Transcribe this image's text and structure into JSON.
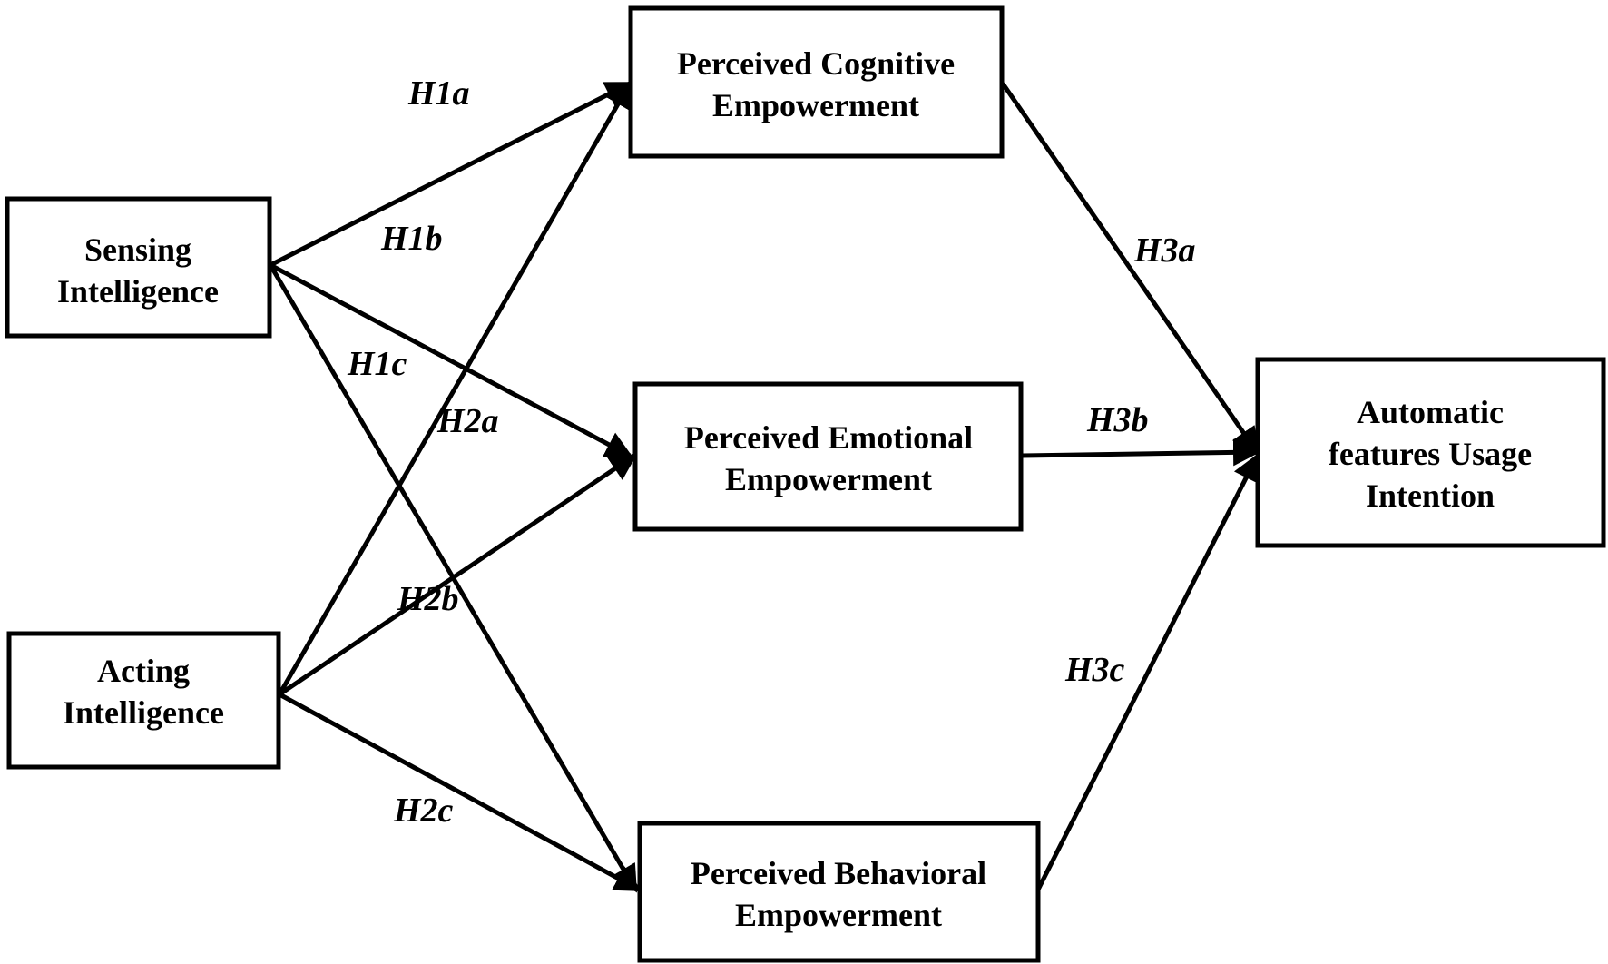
{
  "nodes": {
    "sensing": {
      "lines": [
        "Sensing",
        "Intelligence"
      ]
    },
    "acting": {
      "lines": [
        "Acting",
        "Intelligence"
      ]
    },
    "cognitive": {
      "lines": [
        "Perceived Cognitive",
        "Empowerment"
      ]
    },
    "emotional": {
      "lines": [
        "Perceived Emotional",
        "Empowerment"
      ]
    },
    "behavioral": {
      "lines": [
        "Perceived Behavioral",
        "Empowerment"
      ]
    },
    "usage": {
      "lines": [
        "Automatic",
        "features Usage",
        "Intention"
      ]
    }
  },
  "hypotheses": {
    "h1a": "H1a",
    "h1b": "H1b",
    "h1c": "H1c",
    "h2a": "H2a",
    "h2b": "H2b",
    "h2c": "H2c",
    "h3a": "H3a",
    "h3b": "H3b",
    "h3c": "H3c"
  },
  "paths": [
    {
      "from": "sensing",
      "to": "cognitive",
      "label": "h1a"
    },
    {
      "from": "sensing",
      "to": "emotional",
      "label": "h1b"
    },
    {
      "from": "sensing",
      "to": "behavioral",
      "label": "h1c"
    },
    {
      "from": "acting",
      "to": "cognitive",
      "label": "h2a"
    },
    {
      "from": "acting",
      "to": "emotional",
      "label": "h2b"
    },
    {
      "from": "acting",
      "to": "behavioral",
      "label": "h2c"
    },
    {
      "from": "cognitive",
      "to": "usage",
      "label": "h3a"
    },
    {
      "from": "emotional",
      "to": "usage",
      "label": "h3b"
    },
    {
      "from": "behavioral",
      "to": "usage",
      "label": "h3c"
    }
  ]
}
